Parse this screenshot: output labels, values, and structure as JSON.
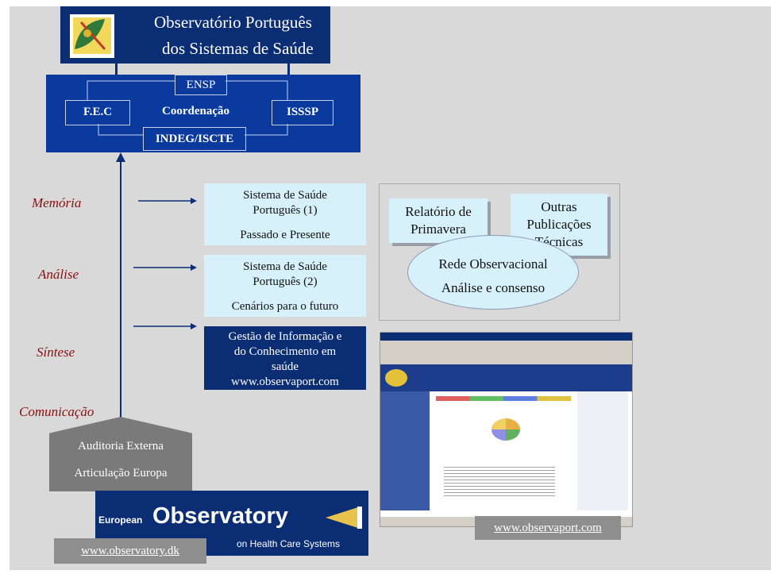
{
  "header": {
    "title_line1": "Observatório Português",
    "title_line2": "dos Sistemas de Saúde"
  },
  "coordination": {
    "top_node": "ENSP",
    "left_node": "F.E.C",
    "center_label": "Coordenação",
    "right_node": "ISSSP",
    "bottom_node": "INDEG/ISCTE"
  },
  "side_labels": {
    "memoria": "Memória",
    "analise": "Análise",
    "sintese": "Síntese",
    "comunicacao": "Comunicação"
  },
  "boxes": {
    "box1": {
      "line1": "Sistema de Saúde",
      "line2": "Português (1)",
      "line3": "Passado e Presente"
    },
    "box2": {
      "line1": "Sistema de Saúde",
      "line2": "Português (2)",
      "line3": "Cenários para o futuro"
    },
    "box3": {
      "line1": "Gestão de Informação e",
      "line2": "do Conhecimento em",
      "line3": "saúde",
      "line4": "www.observaport.com"
    }
  },
  "right_panel": {
    "relatorio_line1": "Relatório de",
    "relatorio_line2": "Primavera",
    "outras_line1": "Outras",
    "outras_line2": "Publicações",
    "outras_line3": "Técnicas",
    "rede_line1": "Rede Observacional",
    "rede_line2": "Análise e consenso"
  },
  "house": {
    "line1": "Auditoria Externa",
    "line2": "Articulação Europa"
  },
  "banner": {
    "small": "European",
    "big": "Observatory",
    "sub": "on Health Care Systems"
  },
  "links": {
    "observatory": "www.observatory.dk",
    "observaport": "www.observaport.com"
  },
  "colors": {
    "navy": "#0a2d74",
    "blue": "#0b3a9e",
    "light_blue": "#d7f1fb",
    "dark_red": "#8b0f0f",
    "gray": "#d9d9d9"
  }
}
